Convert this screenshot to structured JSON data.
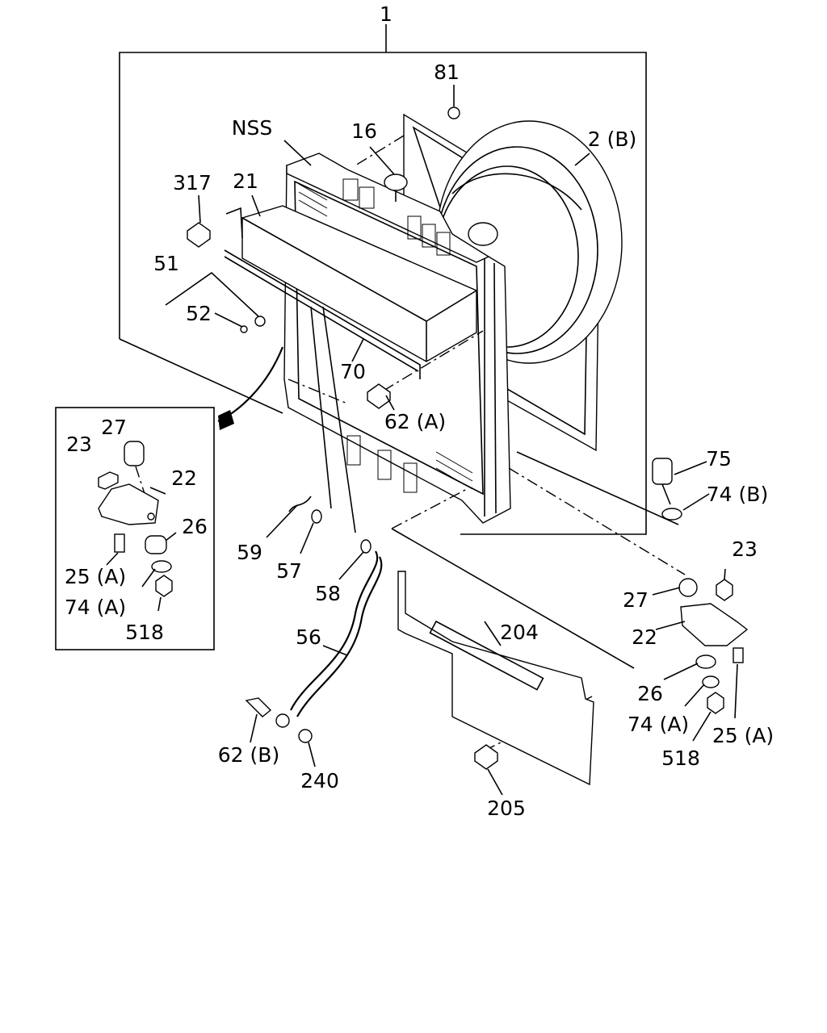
{
  "callouts": {
    "c1": "1",
    "c81": "81",
    "cNSS": "NSS",
    "c16": "16",
    "c2B": "2 (B)",
    "c317": "317",
    "c21": "21",
    "c51": "51",
    "c52": "52",
    "c70": "70",
    "c62A": "62 (A)",
    "c75": "75",
    "c74B": "74 (B)",
    "c59": "59",
    "c57": "57",
    "c58": "58",
    "c56": "56",
    "c204": "204",
    "c62B": "62 (B)",
    "c240": "240",
    "c205": "205"
  },
  "inset": {
    "c27": "27",
    "c23": "23",
    "c22": "22",
    "c26": "26",
    "c25A": "25 (A)",
    "c74A": "74 (A)",
    "c518": "518"
  },
  "right_mount": {
    "c23": "23",
    "c27": "27",
    "c22": "22",
    "c26": "26",
    "c74A": "74 (A)",
    "c518": "518",
    "c25A": "25 (A)"
  }
}
